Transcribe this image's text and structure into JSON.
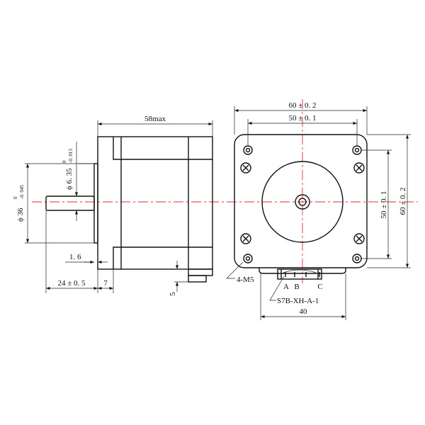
{
  "drawing": {
    "side_view": {
      "length_label": "58max",
      "shaft_diameter_label": "ϕ 6. 35",
      "shaft_tol_upper": "0",
      "shaft_tol_lower": "-0. 013",
      "pilot_diameter_label": "ϕ 36",
      "pilot_tol_upper": "0",
      "pilot_tol_lower": "-0. 045",
      "pilot_height_label": "1. 6",
      "shaft_length_label": "24 ± 0. 5",
      "flange_label": "7",
      "connector_offset_label": "5"
    },
    "front_view": {
      "width_label": "60 ± 0. 2",
      "hole_spacing_label": "50 ± 0. 1",
      "height_label": "60 ± 0. 2",
      "hole_spacing_v_label": "50 ± 0. 1",
      "holes_label": "4-M5",
      "pin_a": "A",
      "pin_b": "B",
      "pin_c": "C",
      "connector_label": "S7B-XH-A-1",
      "connector_width_label": "40"
    },
    "colors": {
      "centerline": "#e03030",
      "lines": "#111111"
    }
  }
}
